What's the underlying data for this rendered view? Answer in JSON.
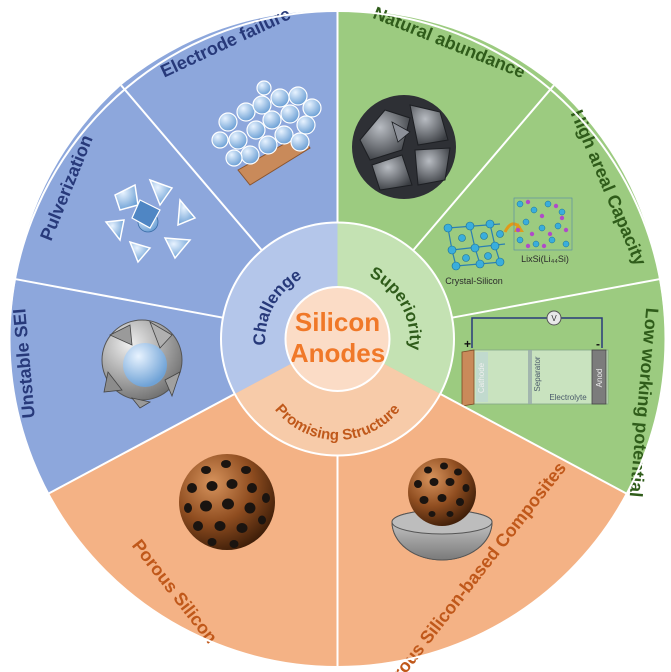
{
  "center": {
    "line1": "Silicon",
    "line2": "Anodes"
  },
  "inner_labels": {
    "challenge": "Challenge",
    "superiority": "Superiority",
    "promising": "Promising Structure"
  },
  "segments": {
    "unstable_sei": "Unstable SEI",
    "pulverization": "Pulverization",
    "electrode_failure": "Electrode failure",
    "natural_abundance": "Natural abundance",
    "high_areal_capacity": "High areal Capacity",
    "low_working_potential": "Low working potential",
    "porous_silicon_composites": "Porous Silicon-based Composites",
    "porous_silicon": "Porous Silicon"
  },
  "figure_labels": {
    "crystal_silicon": "Crystal-Silicon",
    "lixsi": "LixSi(Li₄₄Si)",
    "cathode": "Cathode",
    "separator": "Separator",
    "anode": "Anod",
    "electrolyte": "Electrolyte",
    "voltmeter": "V",
    "plus": "+",
    "minus": "-"
  },
  "colors": {
    "challenge_outer": "#8da7dc",
    "challenge_inner": "#b4c6ea",
    "superiority_outer": "#9ccb80",
    "superiority_inner": "#c4e2b3",
    "promising_outer": "#f4b285",
    "promising_inner": "#f7cba9",
    "center": "#fbdcc6",
    "challenge_text": "#27397a",
    "superiority_text": "#2f5c1a",
    "promising_text": "#c0581a",
    "center_text": "#f07828"
  }
}
